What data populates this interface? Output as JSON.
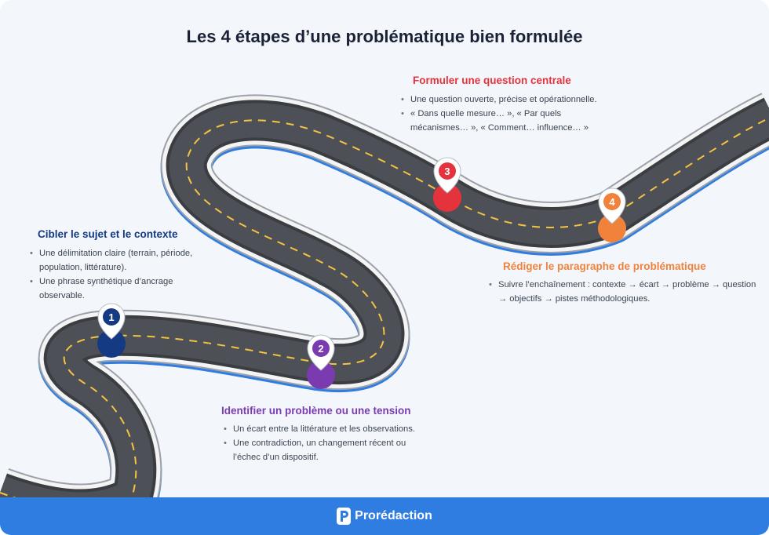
{
  "title": "Les 4 étapes d’une problématique bien formulée",
  "steps": [
    {
      "number": "1",
      "color": "#143a84",
      "title": "Cibler le sujet et le contexte",
      "bullets": [
        "Une délimitation claire (terrain, période, population, littérature).",
        "Une phrase synthétique d’ancrage observable."
      ]
    },
    {
      "number": "2",
      "color": "#7a3bb0",
      "title": "Identifier un problème ou une tension",
      "bullets": [
        "Un écart entre la littérature et les observations.",
        "Une contradiction, un changement récent ou l’échec d’un dispositif."
      ]
    },
    {
      "number": "3",
      "color": "#e5333d",
      "title": "Formuler une question centrale",
      "bullets": [
        "Une question ouverte, précise et opérationnelle.",
        "« Dans quelle mesure… », « Par quels mécanismes… », « Comment… influence… »"
      ]
    },
    {
      "number": "4",
      "color": "#f0823c",
      "title": "Rédiger le paragraphe de problématique",
      "bullets": [
        "Suivre l’enchaînement : contexte → écart → problème → question → objectifs → pistes méthodologiques."
      ]
    }
  ],
  "footer": {
    "brand": "Prorédaction",
    "color": "#2f7de1"
  }
}
